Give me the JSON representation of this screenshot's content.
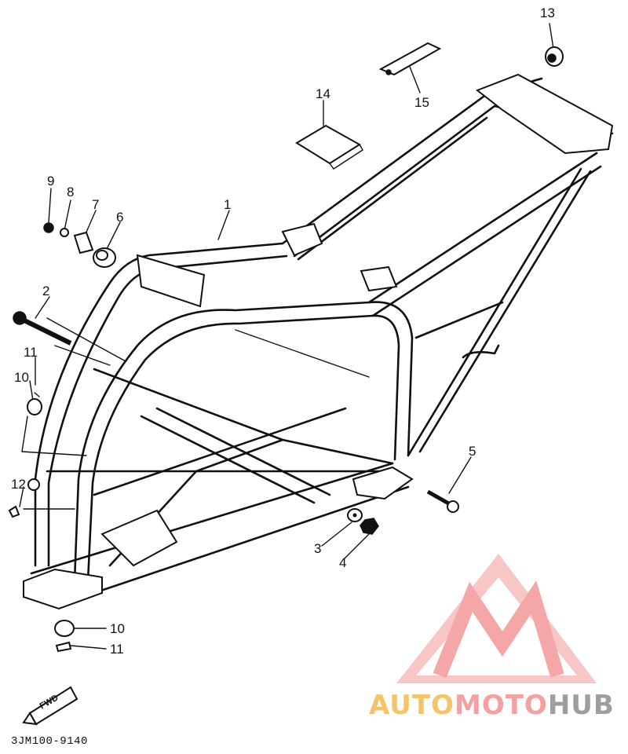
{
  "diagram": {
    "part_labels": [
      "1",
      "2",
      "3",
      "4",
      "5",
      "6",
      "7",
      "8",
      "9",
      "10",
      "11",
      "12",
      "13",
      "14",
      "15",
      "10",
      "11"
    ],
    "figure_code": "3JM100-9140",
    "direction_arrow": "FWD"
  },
  "watermark": {
    "text_part1": "AUTO",
    "text_part2": "MOTO",
    "text_part3": "HUB",
    "logo": "triangle-m-logo-icon",
    "colors": {
      "auto": "#f6c26a",
      "moto": "#f3a0a0",
      "hub": "#9e9e9e",
      "logo": "#f28a8a"
    }
  }
}
